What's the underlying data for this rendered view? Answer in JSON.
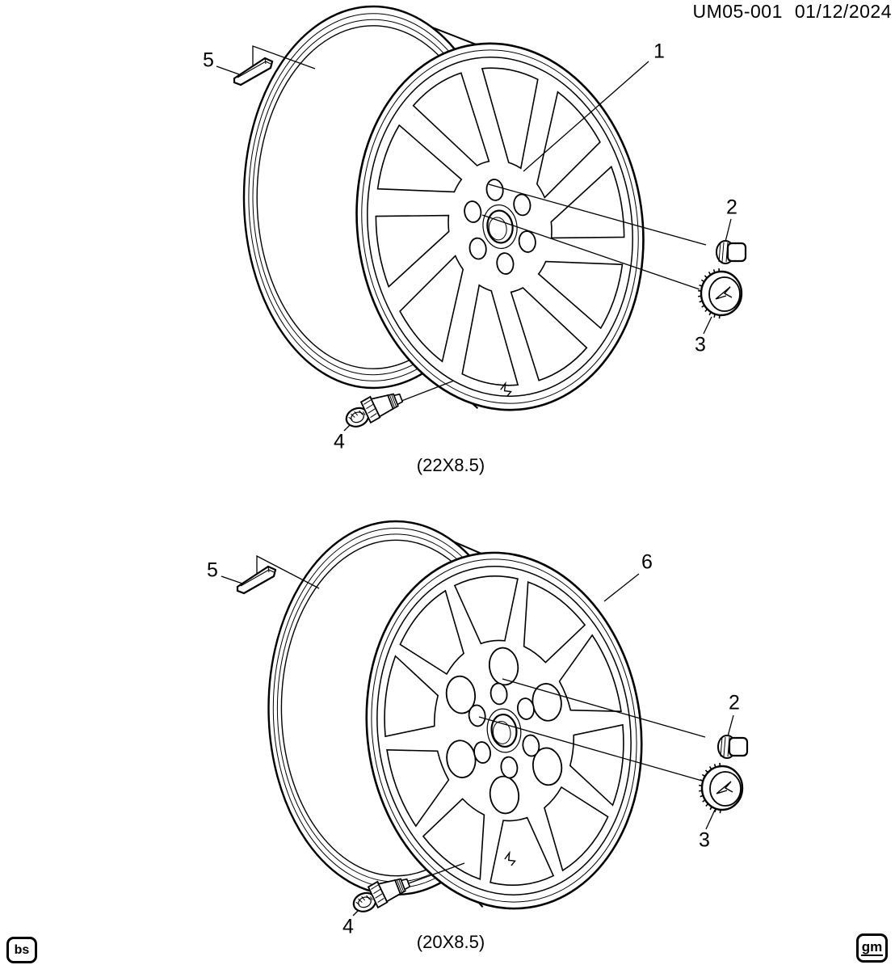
{
  "header": {
    "document_number": "UM05-001",
    "revision_date": "01/12/2024"
  },
  "assemblies": [
    {
      "caption": "(22X8.5)",
      "size": "22X8.5",
      "callouts": {
        "wheel": "1",
        "nut": "2",
        "cap": "3",
        "valve": "4",
        "weight": "5"
      }
    },
    {
      "caption": "(20X8.5)",
      "size": "20X8.5",
      "callouts": {
        "wheel": "6",
        "nut": "2",
        "cap": "3",
        "valve": "4",
        "weight": "5"
      }
    }
  ],
  "footer": {
    "left_stamp": "bs",
    "right_stamp": "gm"
  },
  "colors": {
    "line": "#000000",
    "background": "#ffffff"
  }
}
